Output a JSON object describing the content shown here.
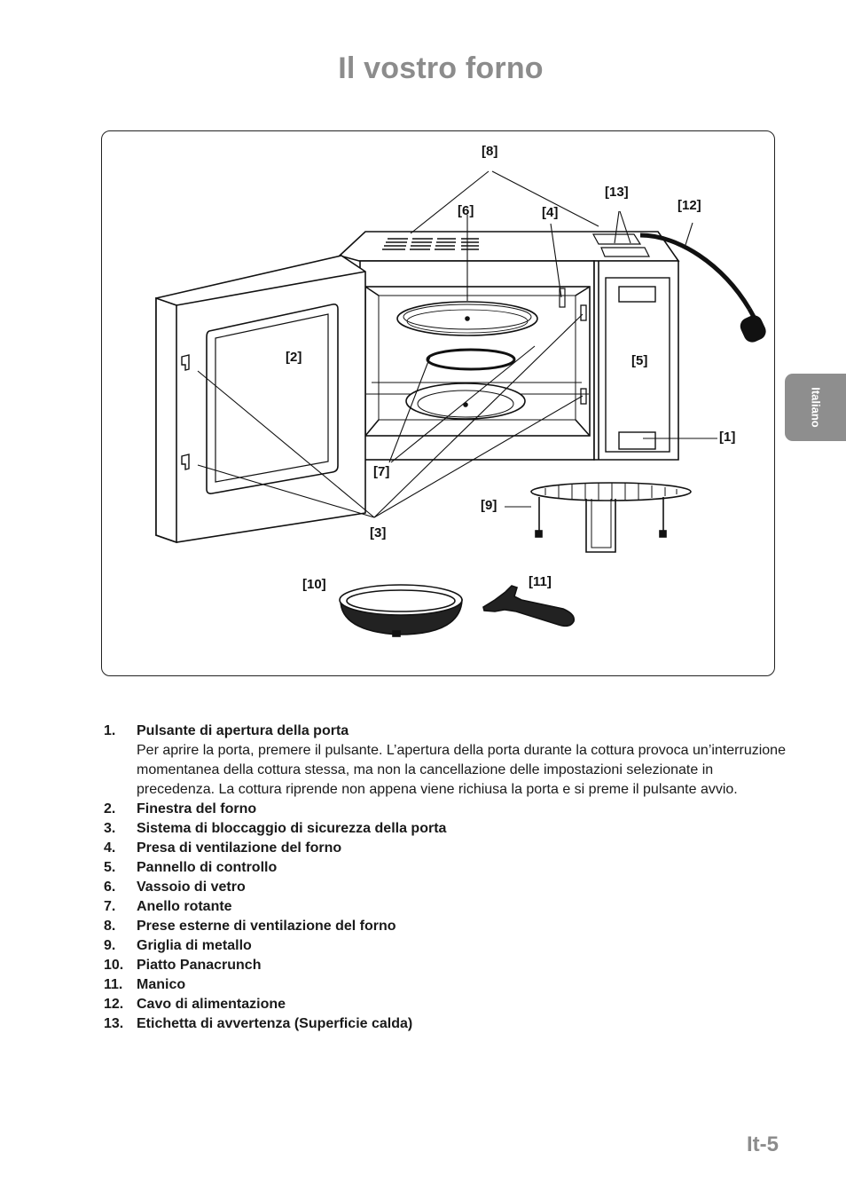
{
  "page": {
    "title": "Il vostro forno",
    "number": "It-5"
  },
  "side_tab": {
    "label": "Italiano"
  },
  "figure": {
    "callouts": {
      "c1": "[1]",
      "c2": "[2]",
      "c3": "[3]",
      "c4": "[4]",
      "c5": "[5]",
      "c6": "[6]",
      "c7": "[7]",
      "c8": "[8]",
      "c9": "[9]",
      "c10": "[10]",
      "c11": "[11]",
      "c12": "[12]",
      "c13": "[13]"
    }
  },
  "legend": [
    {
      "num": "1.",
      "title": "Pulsante di apertura della porta",
      "desc": "Per aprire la porta, premere il pulsante. L’apertura della porta durante la cottura provoca un’interruzione momentanea della cottura stessa, ma non la cancellazione delle impostazioni selezionate in precedenza. La cottura riprende non appena viene richiusa la porta e si preme il pulsante avvio."
    },
    {
      "num": "2.",
      "title": "Finestra del forno"
    },
    {
      "num": "3.",
      "title": "Sistema di bloccaggio di sicurezza della porta"
    },
    {
      "num": "4.",
      "title": "Presa di ventilazione del forno"
    },
    {
      "num": "5.",
      "title": "Pannello di controllo"
    },
    {
      "num": "6.",
      "title": "Vassoio di vetro"
    },
    {
      "num": "7.",
      "title": "Anello rotante"
    },
    {
      "num": "8.",
      "title": "Prese esterne di ventilazione del forno"
    },
    {
      "num": "9.",
      "title": "Griglia di metallo"
    },
    {
      "num": "10.",
      "title": "Piatto Panacrunch"
    },
    {
      "num": "11.",
      "title": "Manico"
    },
    {
      "num": "12.",
      "title": "Cavo di alimentazione"
    },
    {
      "num": "13.",
      "title": "Etichetta di avvertenza (Superficie calda)"
    }
  ]
}
